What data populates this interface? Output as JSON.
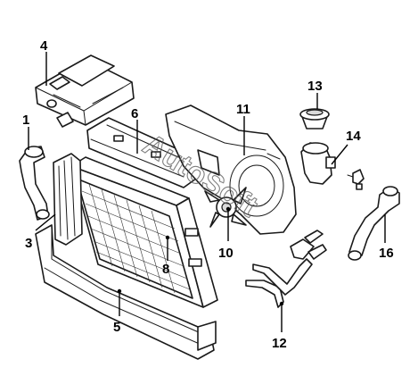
{
  "callouts": {
    "c1": "1",
    "c3": "3",
    "c4": "4",
    "c5": "5",
    "c6": "6",
    "c8": "8",
    "c10": "10",
    "c11": "11",
    "c12": "12",
    "c13": "13",
    "c14": "14",
    "c16": "16"
  },
  "watermark": "AutoSoft"
}
